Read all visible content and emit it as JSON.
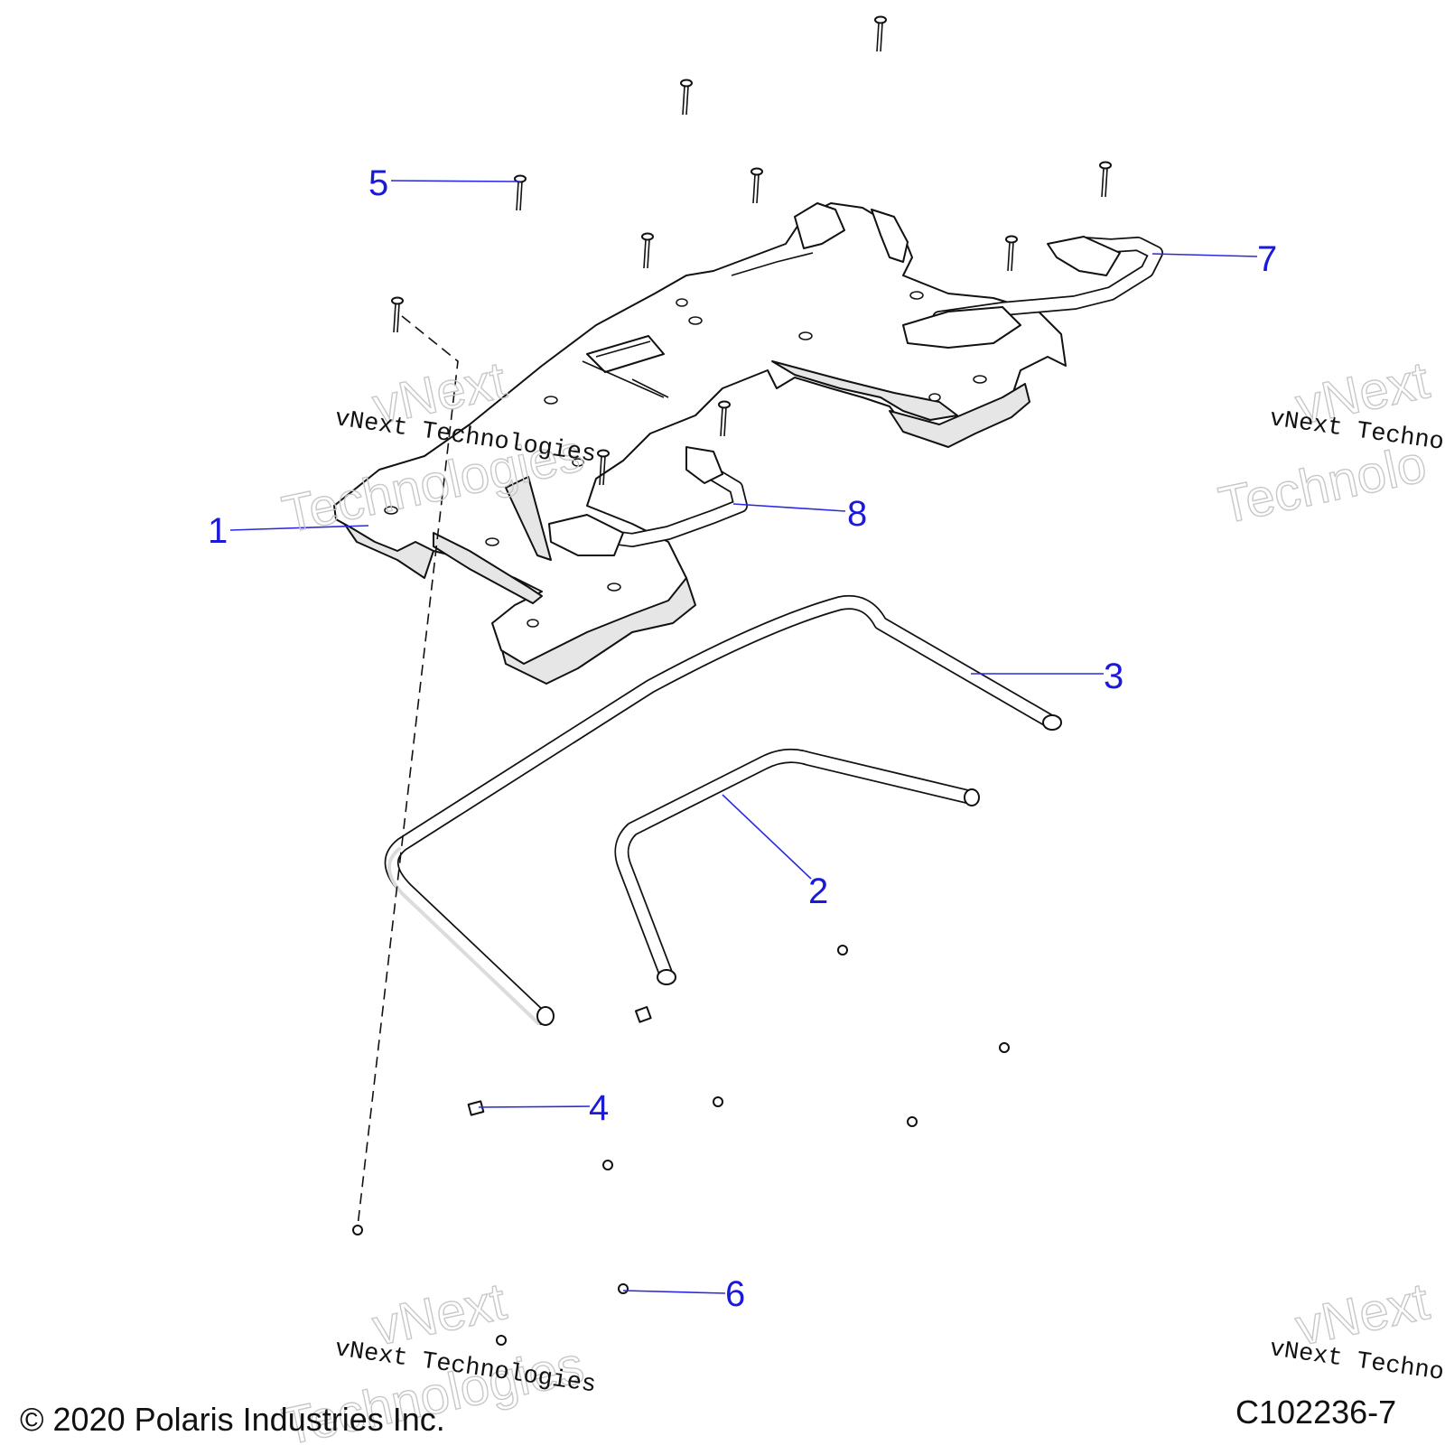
{
  "diagram": {
    "callouts": [
      {
        "id": "1",
        "label": "1"
      },
      {
        "id": "2",
        "label": "2"
      },
      {
        "id": "3",
        "label": "3"
      },
      {
        "id": "4",
        "label": "4"
      },
      {
        "id": "5",
        "label": "5"
      },
      {
        "id": "6",
        "label": "6"
      },
      {
        "id": "7",
        "label": "7"
      },
      {
        "id": "8",
        "label": "8"
      }
    ],
    "watermark": {
      "line1": "vNext Technologies",
      "word_a": "vNext",
      "word_b": "Technologies",
      "line1_cut": "vNext Technolo",
      "word_b_cut": "Technolo"
    },
    "footer": {
      "copyright": "© 2020 Polaris Industries Inc.",
      "figure_code": "C102236-7"
    },
    "colors": {
      "callout": "#1a1ad8",
      "line_art": "#111111",
      "background": "#ffffff"
    }
  }
}
